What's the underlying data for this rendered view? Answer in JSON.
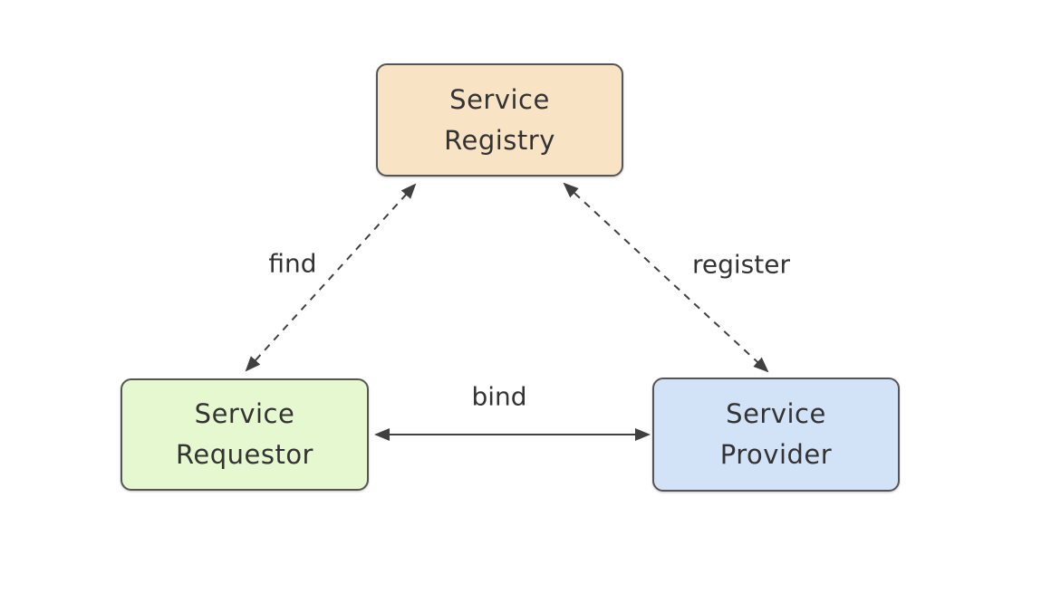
{
  "diagram": {
    "background_color": "#ffffff",
    "line_color": "#404040",
    "text_color": "#333333",
    "nodes": [
      {
        "id": "service-registry",
        "lines": [
          "Service",
          "Registry"
        ],
        "fill": "#f8e3c5",
        "border": "#555555"
      },
      {
        "id": "service-requestor",
        "lines": [
          "Service",
          "Requestor"
        ],
        "fill": "#e6f8cf",
        "border": "#555555"
      },
      {
        "id": "service-provider",
        "lines": [
          "Service",
          "Provider"
        ],
        "fill": "#d2e3f8",
        "border": "#555555"
      }
    ],
    "edges": [
      {
        "id": "find",
        "label": "find",
        "style": "dashed",
        "direction": "bidirectional",
        "from": "service-requestor",
        "to": "service-registry"
      },
      {
        "id": "register",
        "label": "register",
        "style": "dashed",
        "direction": "bidirectional",
        "from": "service-provider",
        "to": "service-registry"
      },
      {
        "id": "bind",
        "label": "bind",
        "style": "solid",
        "direction": "bidirectional",
        "from": "service-requestor",
        "to": "service-provider"
      }
    ]
  }
}
